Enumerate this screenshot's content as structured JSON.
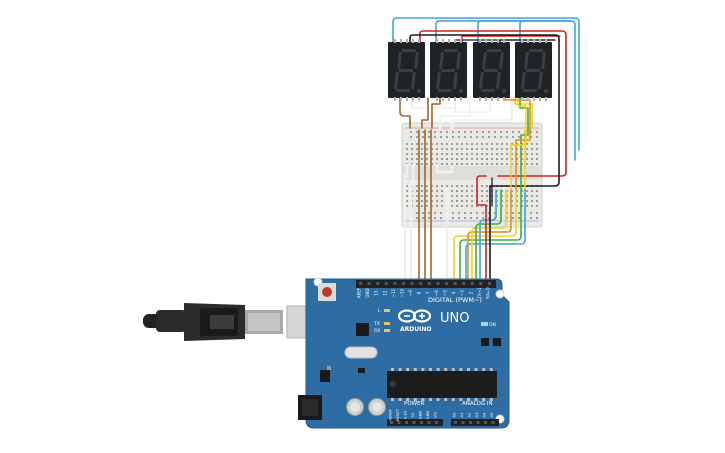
{
  "board": {
    "brand": "ARDUINO",
    "model": "UNO",
    "digital_header": "DIGITAL (PWM~)",
    "power_header": "POWER",
    "analog_header": "ANALOG IN",
    "led_on": "ON",
    "led_l": "L",
    "led_tx": "TX",
    "led_rx": "RX",
    "digital_pins": [
      "AREF",
      "GND",
      "13",
      "12",
      "~11",
      "~10",
      "~9",
      "8",
      "7",
      "~6",
      "~5",
      "4",
      "~3",
      "2",
      "TX→1",
      "RX←0"
    ],
    "power_pins": [
      "IOREF",
      "RESET",
      "3.3V",
      "5V",
      "GND",
      "GND",
      "Vin"
    ],
    "analog_pins": [
      "A0",
      "A1",
      "A2",
      "A3",
      "A4",
      "A5"
    ]
  },
  "display": {
    "digit_count": 4,
    "segment_color": "#3a3f45",
    "body_color": "#1f2326"
  },
  "colors": {
    "board": "#2e6da4",
    "breadboard": "#e9e9e6",
    "wire_blue": "#3da6d8",
    "wire_red": "#d32020",
    "wire_black": "#1b1b1b",
    "wire_white": "#f4f4f4",
    "wire_brown": "#a0672c",
    "wire_orange": "#f08a1a",
    "wire_yellow": "#f2d21b",
    "wire_green": "#3cb043"
  }
}
